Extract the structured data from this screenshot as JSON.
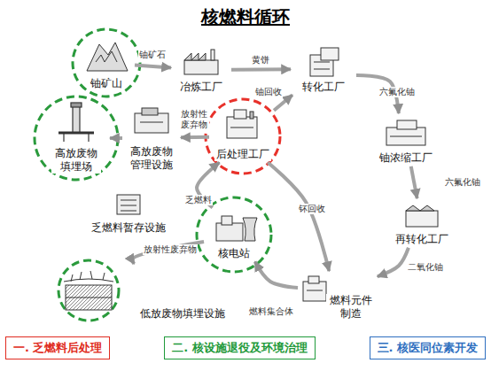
{
  "diagram": {
    "title": "核燃料循环",
    "nodes": [
      {
        "text": [
          "铀矿山"
        ]
      },
      {
        "text": [
          "冶炼工厂"
        ]
      },
      {
        "text": [
          "转化工厂"
        ]
      },
      {
        "text": [
          "高放废物 填埋场"
        ]
      },
      {
        "text": [
          "高放废物 管理设施"
        ]
      },
      {
        "text": [
          "后处理工厂"
        ]
      },
      {
        "text": [
          "铀浓缩工厂"
        ]
      },
      {
        "text": [
          "乏燃料暂存设施"
        ]
      },
      {
        "text": [
          "核电站"
        ]
      },
      {
        "text": [
          "再转化工厂"
        ]
      },
      {
        "text": [
          "低放废物填埋设施"
        ]
      },
      {
        "text": [
          "燃料元件 制造"
        ]
      }
    ],
    "edges": [
      {
        "from": 0,
        "to": 1,
        "label": "铀矿石",
        "arrow": "to"
      },
      {
        "from": 1,
        "to": 2,
        "label": "黄饼",
        "arrow": "to"
      },
      {
        "from": 2,
        "to": 6,
        "label": "六氟化铀",
        "arrow": "to"
      },
      {
        "from": 6,
        "to": 9,
        "label": "六氟化铀",
        "arrow": "to"
      },
      {
        "from": 9,
        "to": 11,
        "label": "二氧化铀",
        "arrow": "to"
      },
      {
        "from": 11,
        "to": 8,
        "label": "燃料集合体",
        "arrow": "to"
      },
      {
        "from": 8,
        "to": 5,
        "label": "乏燃料",
        "arrow": "to"
      },
      {
        "from": 5,
        "to": 2,
        "label": "铀回收",
        "arrow": "to"
      },
      {
        "from": 5,
        "to": 11,
        "label": "钚回收",
        "arrow": "to"
      },
      {
        "from": 5,
        "to": 4,
        "label": "放射性废弃物",
        "arrow": "to"
      },
      {
        "from": 4,
        "to": 3,
        "arrow": "to"
      },
      {
        "from": 8,
        "to": 10,
        "label": "放射性废弃物",
        "arrow": "to"
      }
    ],
    "legend": [
      {
        "text": "一. 乏燃料后处理",
        "color": "#e02b20"
      },
      {
        "text": "二. 核设施退役及环境治理",
        "color": "#1f9a3a"
      },
      {
        "text": "三. 核医同位素开发",
        "color": "#2e6fc0"
      }
    ]
  }
}
